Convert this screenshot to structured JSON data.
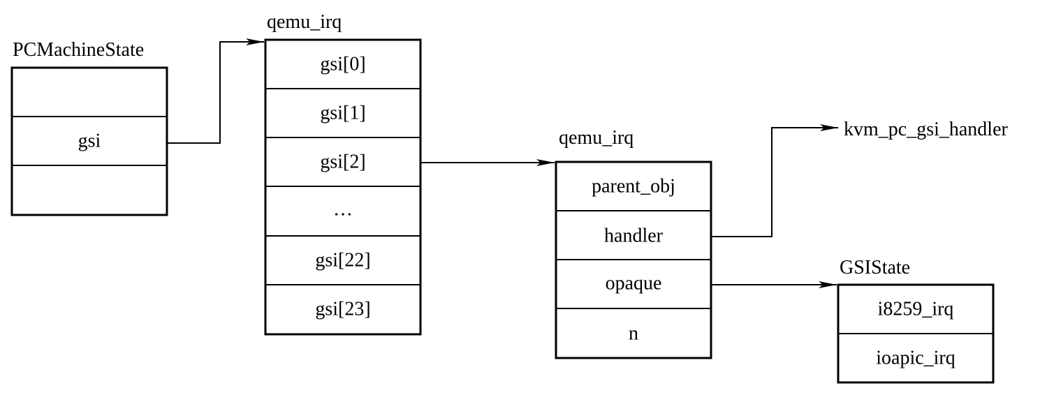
{
  "structures": {
    "pc_machine_state": {
      "title": "PCMachineState",
      "fields": [
        "",
        "gsi",
        ""
      ]
    },
    "gsi_array": {
      "title": "qemu_irq",
      "fields": [
        "gsi[0]",
        "gsi[1]",
        "gsi[2]",
        "…",
        "gsi[22]",
        "gsi[23]"
      ]
    },
    "qemu_irq_struct": {
      "title": "qemu_irq",
      "fields": [
        "parent_obj",
        "handler",
        "opaque",
        "n"
      ]
    },
    "gsi_state": {
      "title": "GSIState",
      "fields": [
        "i8259_irq",
        "ioapic_irq"
      ]
    }
  },
  "targets": {
    "handler_function": "kvm_pc_gsi_handler"
  },
  "arrows": [
    {
      "from": "PCMachineState.gsi",
      "to": "qemu_irq (gsi array)"
    },
    {
      "from": "gsi[2]",
      "to": "qemu_irq (struct)"
    },
    {
      "from": "handler",
      "to": "kvm_pc_gsi_handler"
    },
    {
      "from": "opaque",
      "to": "GSIState"
    }
  ],
  "colors": {
    "stroke": "#000000",
    "background": "#ffffff"
  }
}
